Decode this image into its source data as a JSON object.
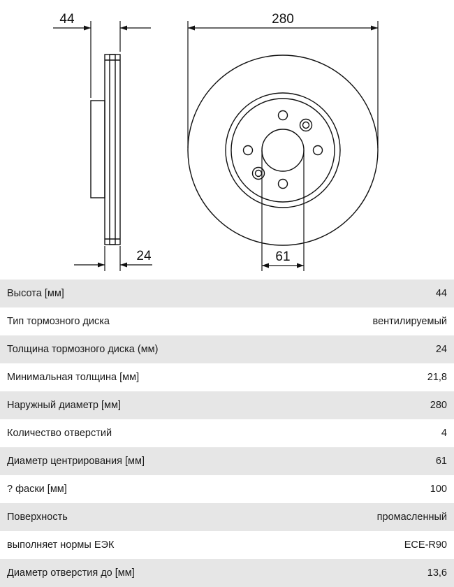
{
  "diagram": {
    "dim_height": "44",
    "dim_thickness": "24",
    "dim_outer_diameter": "280",
    "dim_centering": "61"
  },
  "specs": [
    {
      "label": "Высота [мм]",
      "value": "44"
    },
    {
      "label": "Тип тормозного диска",
      "value": "вентилируемый"
    },
    {
      "label": "Толщина тормозного диска (мм)",
      "value": "24"
    },
    {
      "label": "Минимальная толщина [мм]",
      "value": "21,8"
    },
    {
      "label": "Наружный диаметр [мм]",
      "value": "280"
    },
    {
      "label": "Количество отверстий",
      "value": "4"
    },
    {
      "label": "Диаметр центрирования [мм]",
      "value": "61"
    },
    {
      "label": "? фаски [мм]",
      "value": "100"
    },
    {
      "label": "Поверхность",
      "value": "промасленный"
    },
    {
      "label": "выполняет нормы ЕЭК",
      "value": "ECE-R90"
    },
    {
      "label": "Диаметр отверстия до [мм]",
      "value": "13,6"
    }
  ]
}
